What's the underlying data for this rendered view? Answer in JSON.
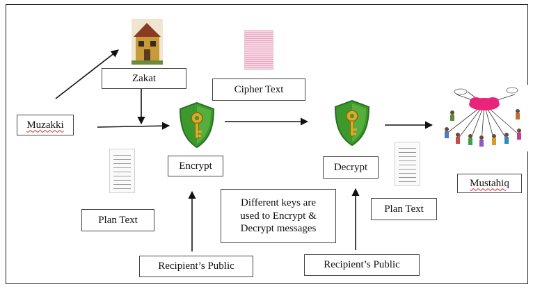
{
  "labels": {
    "muzakki": "Muzakki",
    "zakat": "Zakat",
    "cipher_text": "Cipher Text",
    "encrypt": "Encrypt",
    "decrypt": "Decrypt",
    "mustahiq": "Mustahiq",
    "plan_text_left": "Plan Text",
    "plan_text_right": "Plan Text",
    "note_line1": "Different keys are",
    "note_line2": "used to Encrypt &",
    "note_line3": "Decrypt messages",
    "recipient_public_left": "Recipient’s Public",
    "recipient_public_right": "Recipient’s Public"
  },
  "colors": {
    "shield_green": "#3c9a2c",
    "key_gold": "#d9a92a",
    "cloud_pink": "#e8257a",
    "cipher_pink": "#e7a9c1"
  },
  "icons": [
    "house-icon",
    "cipher-document-icon",
    "shield-key-icon",
    "plain-text-document-icon",
    "people-network-icon"
  ]
}
